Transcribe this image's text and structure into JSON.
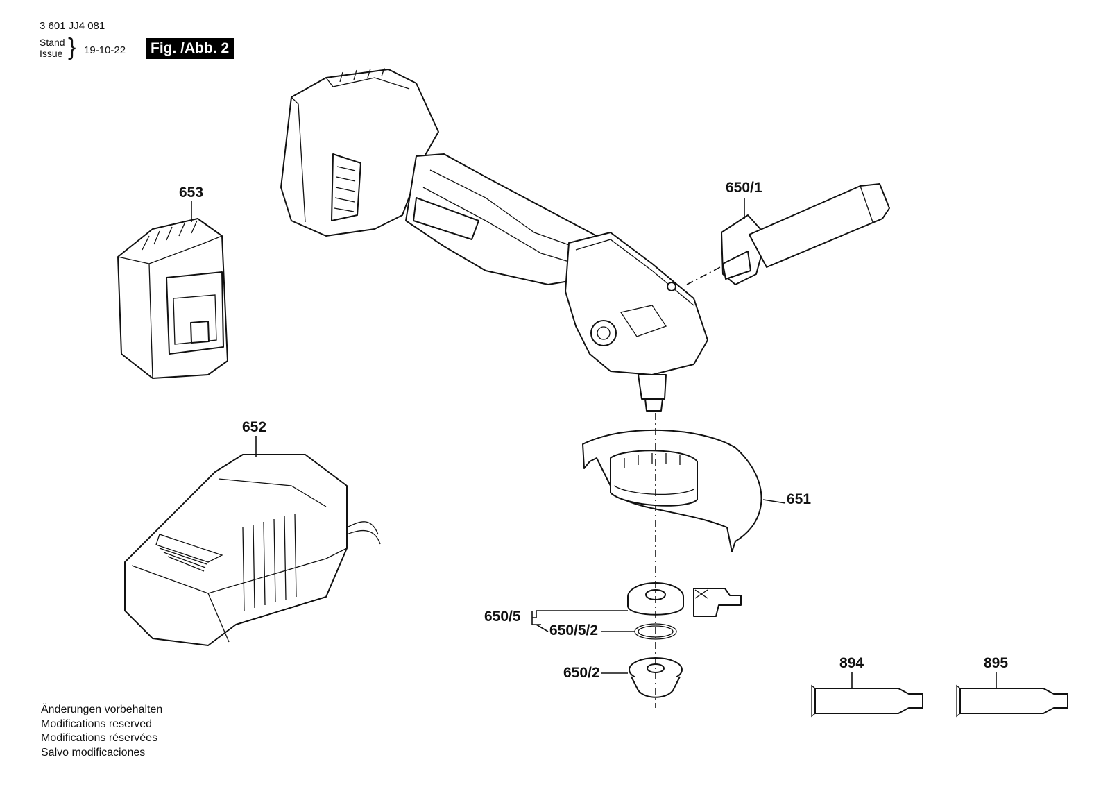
{
  "header": {
    "document_number": "3 601 JJ4 081",
    "stand_label": "Stand",
    "issue_label": "Issue",
    "date": "19-10-22",
    "figure_label": "Fig. /Abb. 2"
  },
  "parts": [
    {
      "id": "653"
    },
    {
      "id": "652"
    },
    {
      "id": "650/1"
    },
    {
      "id": "651"
    },
    {
      "id": "650/5"
    },
    {
      "id": "650/5/2"
    },
    {
      "id": "650/2"
    },
    {
      "id": "894"
    },
    {
      "id": "895"
    }
  ],
  "notes": [
    "Änderungen vorbehalten",
    "Modifications reserved",
    "Modifications réservées",
    "Salvo modificaciones"
  ]
}
